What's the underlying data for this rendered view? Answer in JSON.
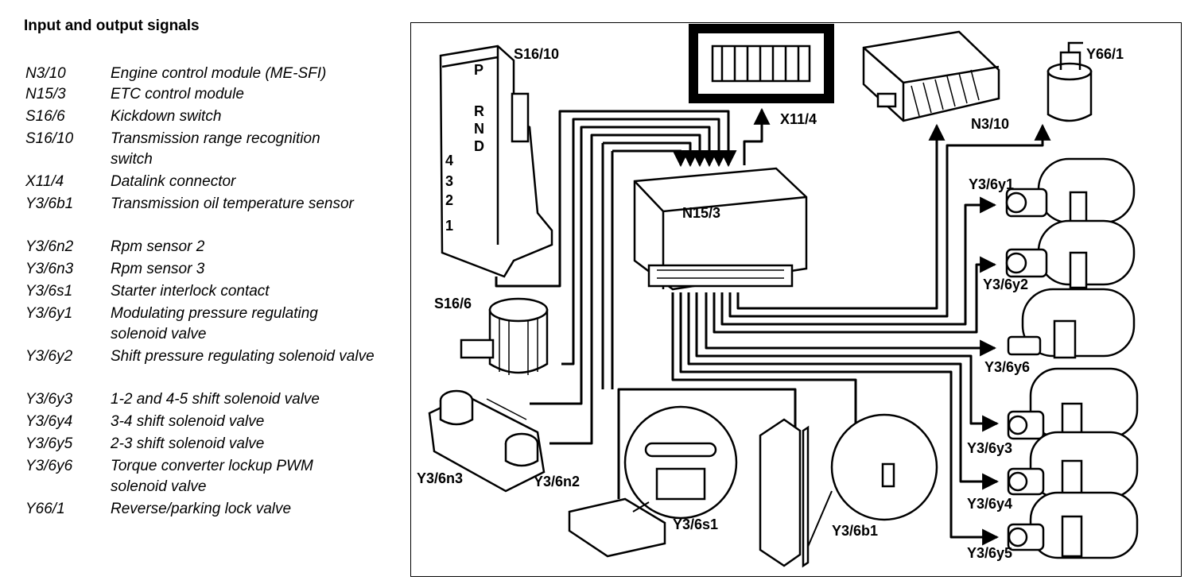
{
  "legend": {
    "title": "Input and output signals",
    "items": [
      {
        "code": "N3/10",
        "desc": "Engine control module (ME-SFI)"
      },
      {
        "code": "N15/3",
        "desc": "ETC control module"
      },
      {
        "code": "S16/6",
        "desc": "Kickdown switch"
      },
      {
        "code": "S16/10",
        "desc": "Transmission range recognition switch"
      },
      {
        "code": "X11/4",
        "desc": "Datalink connector"
      },
      {
        "code": "Y3/6b1",
        "desc": "Transmission oil temperature sensor"
      },
      {
        "code": "Y3/6n2",
        "desc": "Rpm sensor 2"
      },
      {
        "code": "Y3/6n3",
        "desc": "Rpm sensor 3"
      },
      {
        "code": "Y3/6s1",
        "desc": "Starter interlock contact"
      },
      {
        "code": "Y3/6y1",
        "desc": "Modulating pressure regulating solenoid valve"
      },
      {
        "code": "Y3/6y2",
        "desc": "Shift pressure regulating solenoid valve"
      },
      {
        "code": "Y3/6y3",
        "desc": "1-2 and 4-5 shift solenoid valve"
      },
      {
        "code": "Y3/6y4",
        "desc": "3-4 shift solenoid valve"
      },
      {
        "code": "Y3/6y5",
        "desc": "2-3 shift solenoid valve"
      },
      {
        "code": "Y3/6y6",
        "desc": "Torque converter lockup PWM solenoid valve"
      },
      {
        "code": "Y66/1",
        "desc": "Reverse/parking lock valve"
      }
    ]
  },
  "diagram": {
    "labels": {
      "s16_10": "S16/10",
      "x11_4": "X11/4",
      "n3_10": "N3/10",
      "y66_1": "Y66/1",
      "n15_3": "N15/3",
      "s16_6": "S16/6",
      "y3_6y1": "Y3/6y1",
      "y3_6y2": "Y3/6y2",
      "y3_6y6": "Y3/6y6",
      "y3_6y3": "Y3/6y3",
      "y3_6y4": "Y3/6y4",
      "y3_6y5": "Y3/6y5",
      "y3_6n3": "Y3/6n3",
      "y3_6n2": "Y3/6n2",
      "y3_6s1": "Y3/6s1",
      "y3_6b1": "Y3/6b1"
    },
    "selector_positions": [
      "P",
      "R",
      "N",
      "D",
      "4",
      "3",
      "2",
      "1"
    ]
  }
}
